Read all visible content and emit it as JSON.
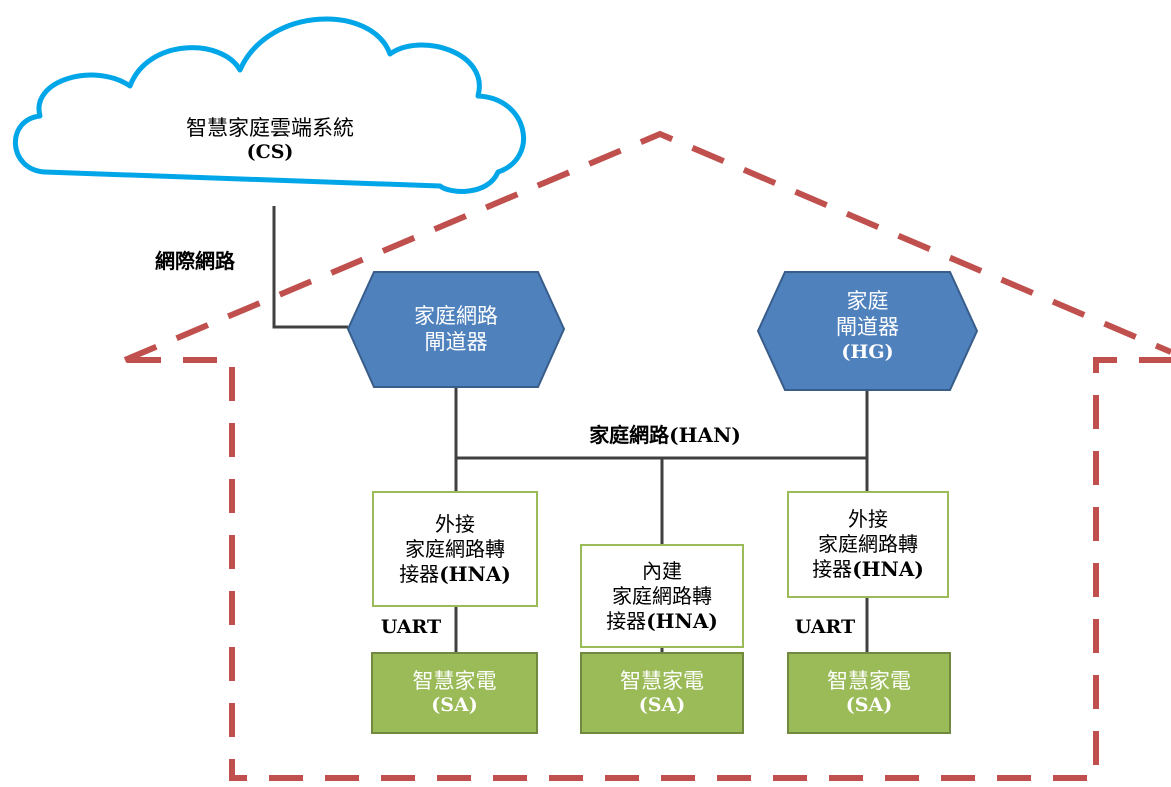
{
  "cloud": {
    "title": "智慧家庭雲端系統",
    "abbr": "(CS)"
  },
  "internet_label": "網際網路",
  "gateway_left": {
    "line1": "家庭網路",
    "line2": "閘道器"
  },
  "gateway_right": {
    "line1": "家庭",
    "line2": "閘道器",
    "abbr": "(HG)"
  },
  "han_label": "家庭網路(HAN)",
  "adapters": [
    {
      "line1": "外接",
      "line2": "家庭網路轉",
      "line3a": "接器",
      "line3b": "(HNA)"
    },
    {
      "line1": "內建",
      "line2": "家庭網路轉",
      "line3a": "接器",
      "line3b": "(HNA)"
    },
    {
      "line1": "外接",
      "line2": "家庭網路轉",
      "line3a": "接器",
      "line3b": "(HNA)"
    }
  ],
  "uart_label": "UART",
  "appliances": [
    {
      "name": "智慧家電",
      "abbr": "(SA)"
    },
    {
      "name": "智慧家電",
      "abbr": "(SA)"
    },
    {
      "name": "智慧家電",
      "abbr": "(SA)"
    }
  ],
  "colors": {
    "house_outline": "#c0504d",
    "cloud_outline": "#00a6e8",
    "gateway_fill": "#4f81bd",
    "gateway_border": "#385d8a",
    "adapter_border": "#9bbb59",
    "appliance_fill": "#9bbb59",
    "connector": "#404040"
  }
}
